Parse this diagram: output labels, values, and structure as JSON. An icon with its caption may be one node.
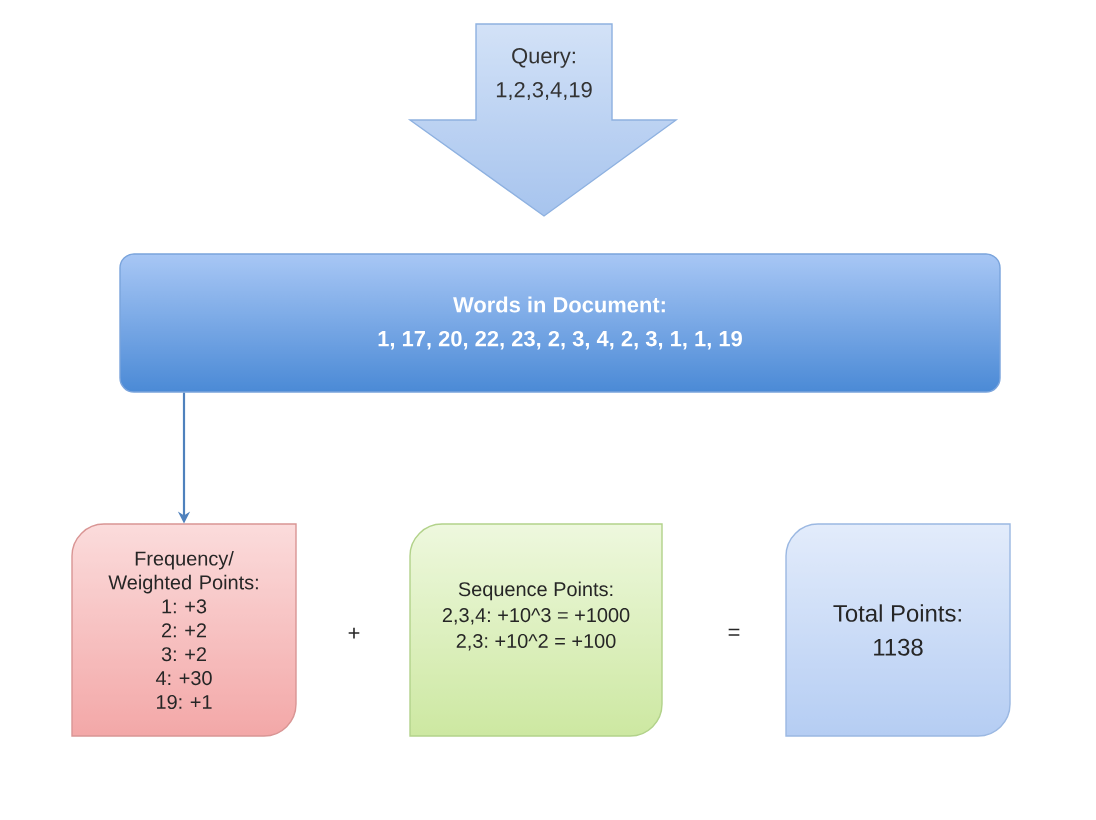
{
  "diagram": {
    "nodes": [
      {
        "text": [
          "Query:",
          "1,2,3,4,19"
        ]
      },
      {
        "text": [
          "Words in Document:",
          "1, 17, 20, 22, 23, 2, 3, 4, 2, 3, 1, 1, 19"
        ]
      },
      {
        "text": [
          "Frequency/ Weighted Points:",
          "1: +3",
          "2: +2",
          "3: +2",
          "4: +30",
          "19: +1"
        ]
      },
      {
        "text": [
          "Sequence Points:",
          "2,3,4: +10^3 = +1000",
          "2,3: +10^2 = +100"
        ]
      },
      {
        "text": [
          "Total Points:",
          "1138"
        ]
      }
    ],
    "edges": [
      {
        "from": 1,
        "to": 2,
        "arrow": "to"
      }
    ],
    "labels": [
      "+",
      "="
    ]
  }
}
